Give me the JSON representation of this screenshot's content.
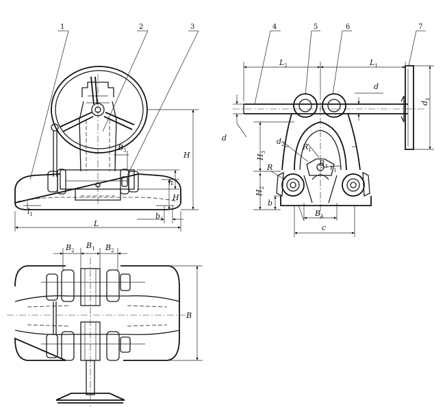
{
  "callouts": [
    "1",
    "2",
    "3",
    "4",
    "5",
    "6",
    "7"
  ],
  "front_view": {
    "dims": {
      "H": "H",
      "h": "h",
      "H1": {
        "main": "H",
        "sub": "1"
      },
      "B5": {
        "main": "B",
        "sub": "5"
      },
      "L": "L",
      "b1": {
        "main": "b",
        "sub": "1"
      },
      "l1": {
        "main": "l",
        "sub": "1"
      }
    }
  },
  "side_view": {
    "dims": {
      "L2": {
        "main": "L",
        "sub": "2"
      },
      "L1": {
        "main": "L",
        "sub": "1"
      },
      "d": "d",
      "d_left": "d",
      "d1": {
        "main": "d",
        "sub": "1"
      },
      "d2": {
        "main": "d",
        "sub": "2"
      },
      "R1": {
        "main": "R",
        "sub": "1"
      },
      "H3": {
        "main": "H",
        "sub": "3"
      },
      "R": "R",
      "B3": {
        "main": "B",
        "sub": "3"
      },
      "r1": {
        "main": "r",
        "sub": "1"
      },
      "H2": {
        "main": "H",
        "sub": "2"
      },
      "b": "b",
      "B4": {
        "main": "B",
        "sub": "4"
      },
      "c": "c"
    }
  },
  "top_view": {
    "dims": {
      "B2_left": {
        "main": "B",
        "sub": "2"
      },
      "B1": {
        "main": "B",
        "sub": "1"
      },
      "B2_right": {
        "main": "B",
        "sub": "2"
      },
      "B": "B"
    }
  }
}
